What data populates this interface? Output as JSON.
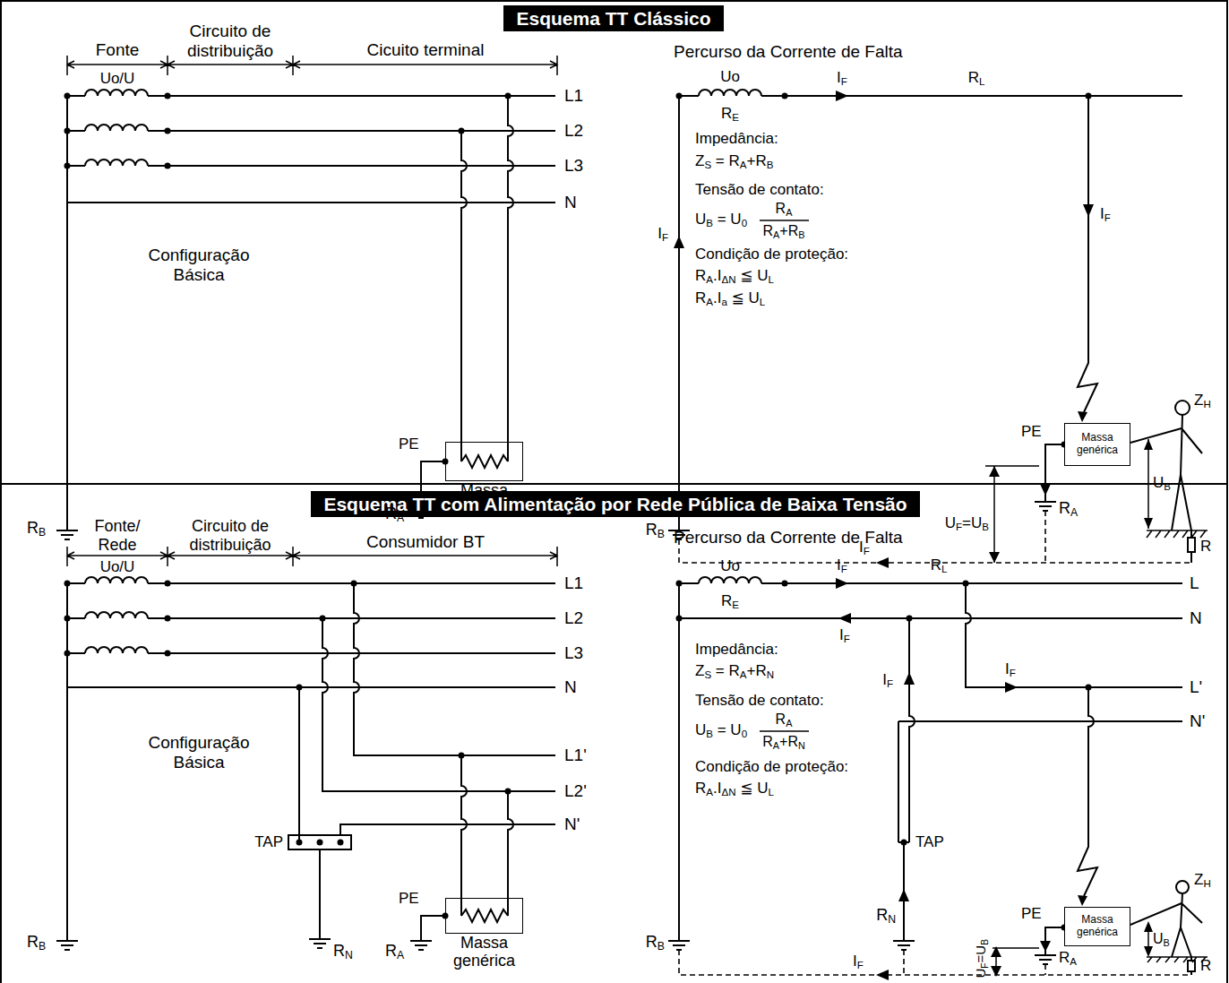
{
  "diagram": {
    "nodes": [
      {
        "text": [
          "Esquema TT Clássico"
        ]
      },
      {
        "text": [
          "Massa genérica"
        ]
      },
      {
        "text": [
          "Massa genérica"
        ]
      },
      {
        "text": [
          "Esquema TT com Alimentação por Rede Pública de Baixa Tensão"
        ]
      },
      {
        "text": [
          "Massa genérica"
        ]
      },
      {
        "text": [
          "Massa genérica"
        ]
      }
    ],
    "labels": [
      "Fonte",
      "Circuito de distribuição",
      "Cicuito terminal",
      "Uo/U",
      "L1",
      "L2",
      "L3",
      "N",
      "Configuração Básica",
      "PE",
      "RA",
      "RB",
      "Percurso da Corrente de Falta",
      "Uo",
      "RE",
      "IF",
      "RL",
      "IF",
      "IF",
      "Impedância:",
      "ZS = RA+RB",
      "Tensão de contato:",
      "UB = U0",
      "RA",
      "RA+RB",
      "Condição de proteção:",
      "RA.IΔN ≦ UL",
      "RA.Ia ≦ UL",
      "ZH",
      "PE",
      "UB",
      "RA",
      "UF=UB",
      "RB",
      "R",
      "IF",
      "Fonte/ Rede",
      "Circuito de distribuição",
      "Consumidor BT",
      "Uo/U",
      "L1",
      "L2",
      "L3",
      "N",
      "L1'",
      "L2'",
      "N'",
      "Configuração Básica",
      "TAP",
      "PE",
      "RB",
      "RN",
      "RA",
      "Percurso da Corrente de Falta",
      "Uo",
      "RE",
      "IF",
      "RL",
      "L",
      "IF",
      "N",
      "IF",
      "L'",
      "N'",
      "IF",
      "Impedância:",
      "ZS = RA+RN",
      "Tensão de contato:",
      "UB = U0",
      "RA",
      "RA+RN",
      "Condição de proteção:",
      "RA.IΔN ≦ UL",
      "TAP",
      "ZH",
      "PE",
      "UB",
      "RN",
      "RA",
      "RB",
      "UF=UB",
      "R",
      "IF"
    ]
  }
}
